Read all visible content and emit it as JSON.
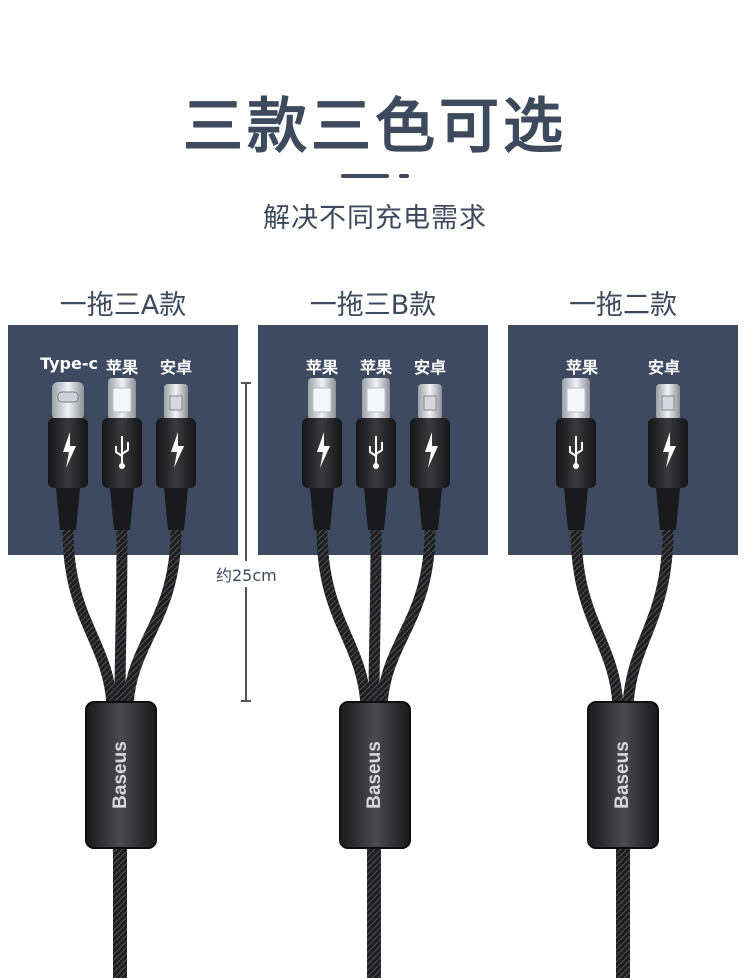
{
  "header": {
    "title": "三款三色可选",
    "subtitle": "解决不同充电需求"
  },
  "variants": [
    {
      "label": "一拖三A款",
      "ports": [
        "Type-c",
        "苹果",
        "安卓"
      ]
    },
    {
      "label": "一拖三B款",
      "ports": [
        "苹果",
        "苹果",
        "安卓"
      ]
    },
    {
      "label": "一拖二款",
      "ports": [
        "苹果",
        "安卓"
      ]
    }
  ],
  "measure": {
    "label": "约25cm"
  },
  "brand": "Baseus",
  "colors": {
    "panel": "#3d4a5f",
    "text": "#3d4a5d",
    "cable": "#1c1c1e"
  }
}
